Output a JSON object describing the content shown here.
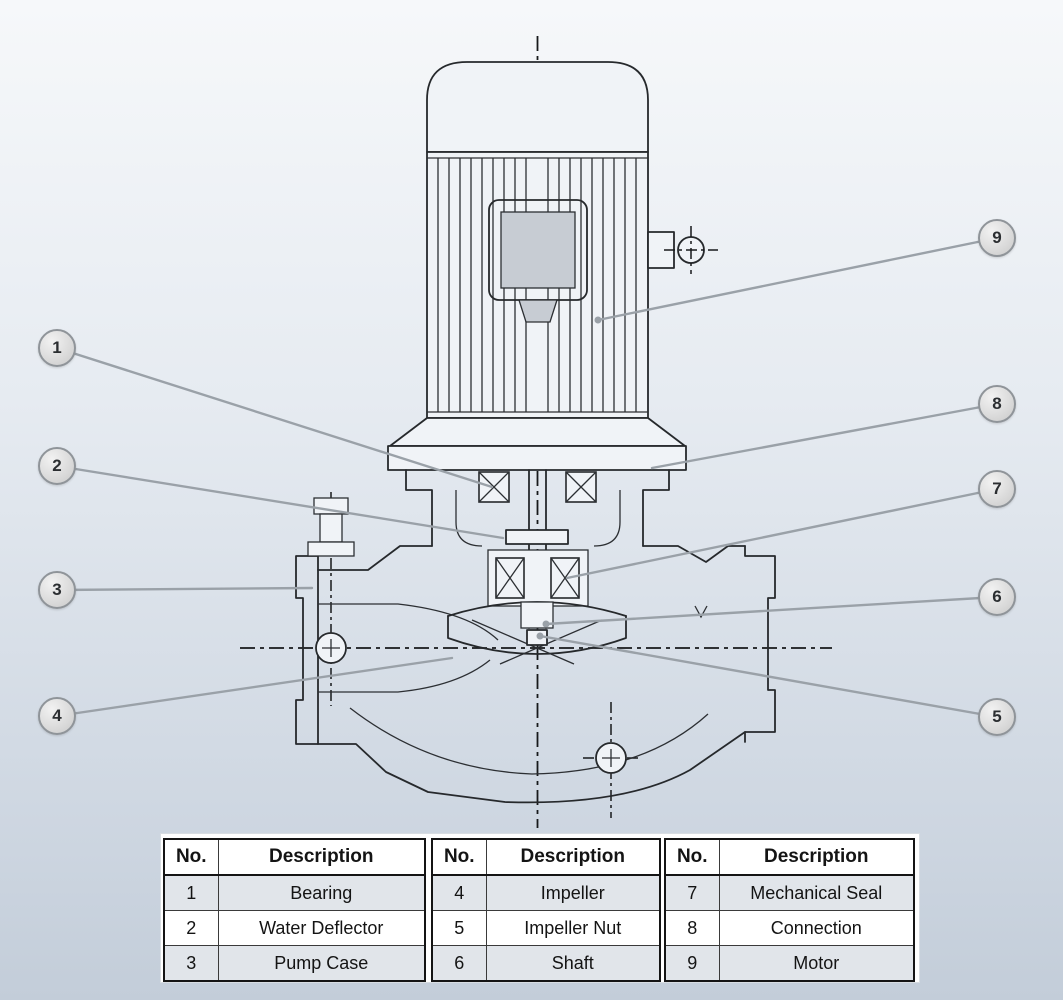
{
  "figure": {
    "title": "inline-centrifugal-pump-cross-section",
    "callouts": [
      {
        "label": "1"
      },
      {
        "label": "2"
      },
      {
        "label": "3"
      },
      {
        "label": "4"
      },
      {
        "label": "5"
      },
      {
        "label": "6"
      },
      {
        "label": "7"
      },
      {
        "label": "8"
      },
      {
        "label": "9"
      }
    ]
  },
  "parts_tables": [
    {
      "headers": {
        "no": "No.",
        "description": "Description"
      },
      "rows": [
        {
          "no": "1",
          "description": "Bearing"
        },
        {
          "no": "2",
          "description": "Water Deflector"
        },
        {
          "no": "3",
          "description": "Pump Case"
        }
      ]
    },
    {
      "headers": {
        "no": "No.",
        "description": "Description"
      },
      "rows": [
        {
          "no": "4",
          "description": "Impeller"
        },
        {
          "no": "5",
          "description": "Impeller Nut"
        },
        {
          "no": "6",
          "description": "Shaft"
        }
      ]
    },
    {
      "headers": {
        "no": "No.",
        "description": "Description"
      },
      "rows": [
        {
          "no": "7",
          "description": "Mechanical Seal"
        },
        {
          "no": "8",
          "description": "Connection"
        },
        {
          "no": "9",
          "description": "Motor"
        }
      ]
    }
  ]
}
